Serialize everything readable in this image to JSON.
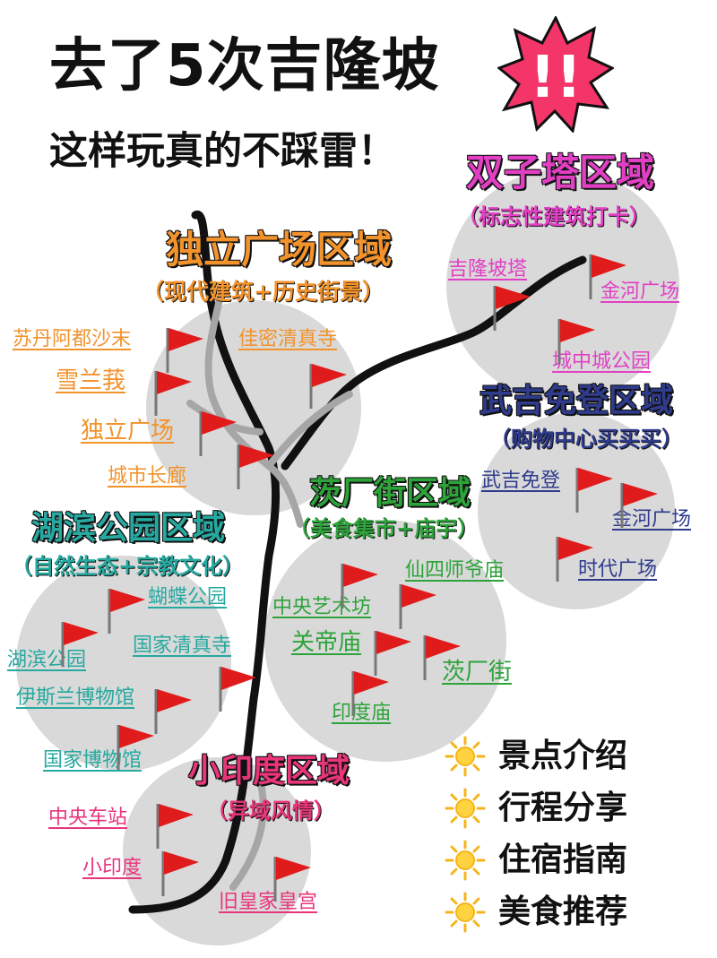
{
  "header": {
    "title": "去了5次吉隆坡",
    "subtitle": "这样玩真的不踩雷！",
    "exclaim": "!!"
  },
  "colors": {
    "orange": "#F2932C",
    "pink": "#E23FC4",
    "navy": "#2F3B8C",
    "green": "#2DA33A",
    "teal": "#26A9A0",
    "rose": "#E8357A",
    "flag": "#E01B1B",
    "circle": "#D9D9D9",
    "road": "#111111",
    "burst": "#F4356A",
    "sun": "#F5B51A"
  },
  "regions": {
    "independence": {
      "title": "独立广场区域",
      "sub": "（现代建筑+历史街景）",
      "places": [
        "苏丹阿都沙末",
        "佳密清真寺",
        "雪兰莪",
        "独立广场",
        "城市长廊"
      ]
    },
    "twin_towers": {
      "title": "双子塔区域",
      "sub": "（标志性建筑打卡）",
      "places": [
        "吉隆坡塔",
        "金河广场",
        "城中城公园"
      ]
    },
    "bukit_bintang": {
      "title": "武吉免登区域",
      "sub": "（购物中心买买买）",
      "places": [
        "武吉免登",
        "金河广场",
        "时代广场"
      ]
    },
    "petaling": {
      "title": "茨厂街区域",
      "sub": "（美食集市+庙宇）",
      "places": [
        "仙四师爷庙",
        "中央艺术坊",
        "关帝庙",
        "茨厂街",
        "印度庙"
      ]
    },
    "lake_gardens": {
      "title": "湖滨公园区域",
      "sub": "（自然生态+宗教文化）",
      "places": [
        "蝴蝶公园",
        "湖滨公园",
        "国家清真寺",
        "伊斯兰博物馆",
        "国家博物馆"
      ]
    },
    "little_india": {
      "title": "小印度区域",
      "sub": "（异域风情）",
      "places": [
        "中央车站",
        "小印度",
        "旧皇家皇宫"
      ]
    }
  },
  "legend": [
    "景点介绍",
    "行程分享",
    "住宿指南",
    "美食推荐"
  ]
}
